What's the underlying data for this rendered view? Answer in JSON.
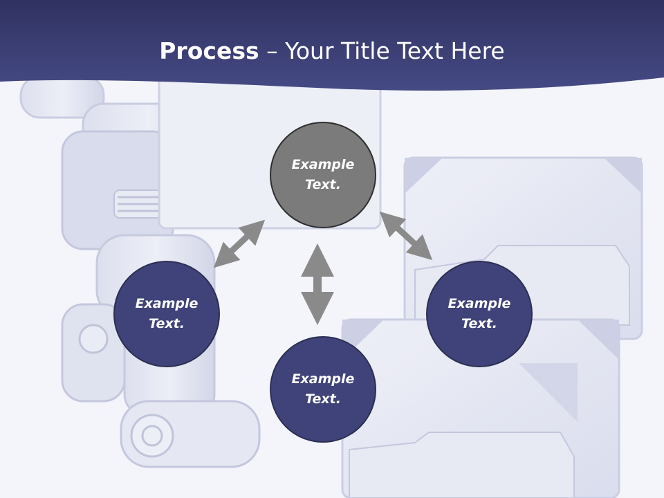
{
  "title": {
    "bold": "Process",
    "rest": " – Your Title Text Here"
  },
  "colors": {
    "header": "#3f4379",
    "node_blue": "#3f4379",
    "node_gray": "#7b7b7b",
    "arrow": "#8a8a8a"
  },
  "nodes": {
    "top": {
      "line1": "Example",
      "line2": "Text."
    },
    "left": {
      "line1": "Example",
      "line2": "Text."
    },
    "right": {
      "line1": "Example",
      "line2": "Text."
    },
    "bottom": {
      "line1": "Example",
      "line2": "Text."
    }
  },
  "icons": [
    "double-headed-arrow-icon"
  ]
}
